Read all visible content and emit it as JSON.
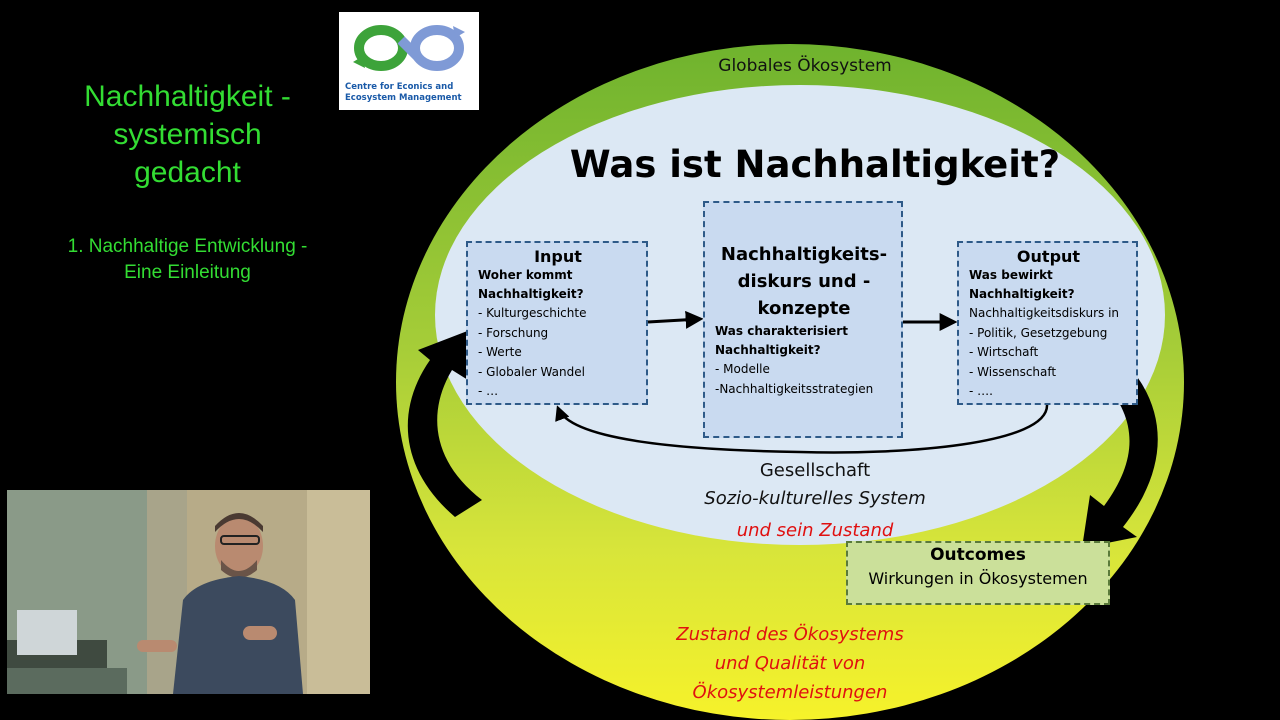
{
  "slide": {
    "title_lines": [
      "Nachhaltigkeit -",
      "systemisch",
      "gedacht"
    ],
    "subtitle_lines": [
      "1. Nachhaltige Entwicklung -",
      "Eine Einleitung"
    ]
  },
  "logo": {
    "text_lines": [
      "Centre for Econics and",
      "Ecosystem Management"
    ]
  },
  "diagram": {
    "outer_label": "Globales Ökosystem",
    "main_question": "Was ist Nachhaltigkeit?",
    "input": {
      "title": "Input",
      "question_lines": [
        "Woher kommt",
        "Nachhaltigkeit?"
      ],
      "items": [
        "- Kulturgeschichte",
        "- Forschung",
        "- Werte",
        "- Globaler Wandel",
        "- …"
      ]
    },
    "center": {
      "title_lines": [
        "Nachhaltigkeits-",
        "diskurs und -",
        "konzepte"
      ],
      "question_lines": [
        "Was charakterisiert",
        "Nachhaltigkeit?"
      ],
      "items": [
        "- Modelle",
        "-Nachhaltigkeitsstrategien"
      ]
    },
    "output": {
      "title": "Output",
      "question_lines": [
        "Was bewirkt",
        "Nachhaltigkeit?"
      ],
      "items": [
        "Nachhaltigkeitsdiskurs in",
        "- Politik, Gesetzgebung",
        "- Wirtschaft",
        "- Wissenschaft",
        "- …."
      ]
    },
    "society": {
      "label": "Gesellschaft",
      "system": "Sozio-kulturelles System",
      "state": "und sein Zustand"
    },
    "outcomes": {
      "title": "Outcomes",
      "description": "Wirkungen in Ökosystemen"
    },
    "ecosystem_state_lines": [
      "Zustand des Ökosystems",
      "und Qualität von",
      "Ökosystemleistungen"
    ]
  },
  "colors": {
    "title_green": "#33dd33",
    "box_fill": "#c9daf0",
    "box_border": "#2e5a88",
    "outcomes_fill": "#cbe09a",
    "accent_red": "#e01010"
  }
}
